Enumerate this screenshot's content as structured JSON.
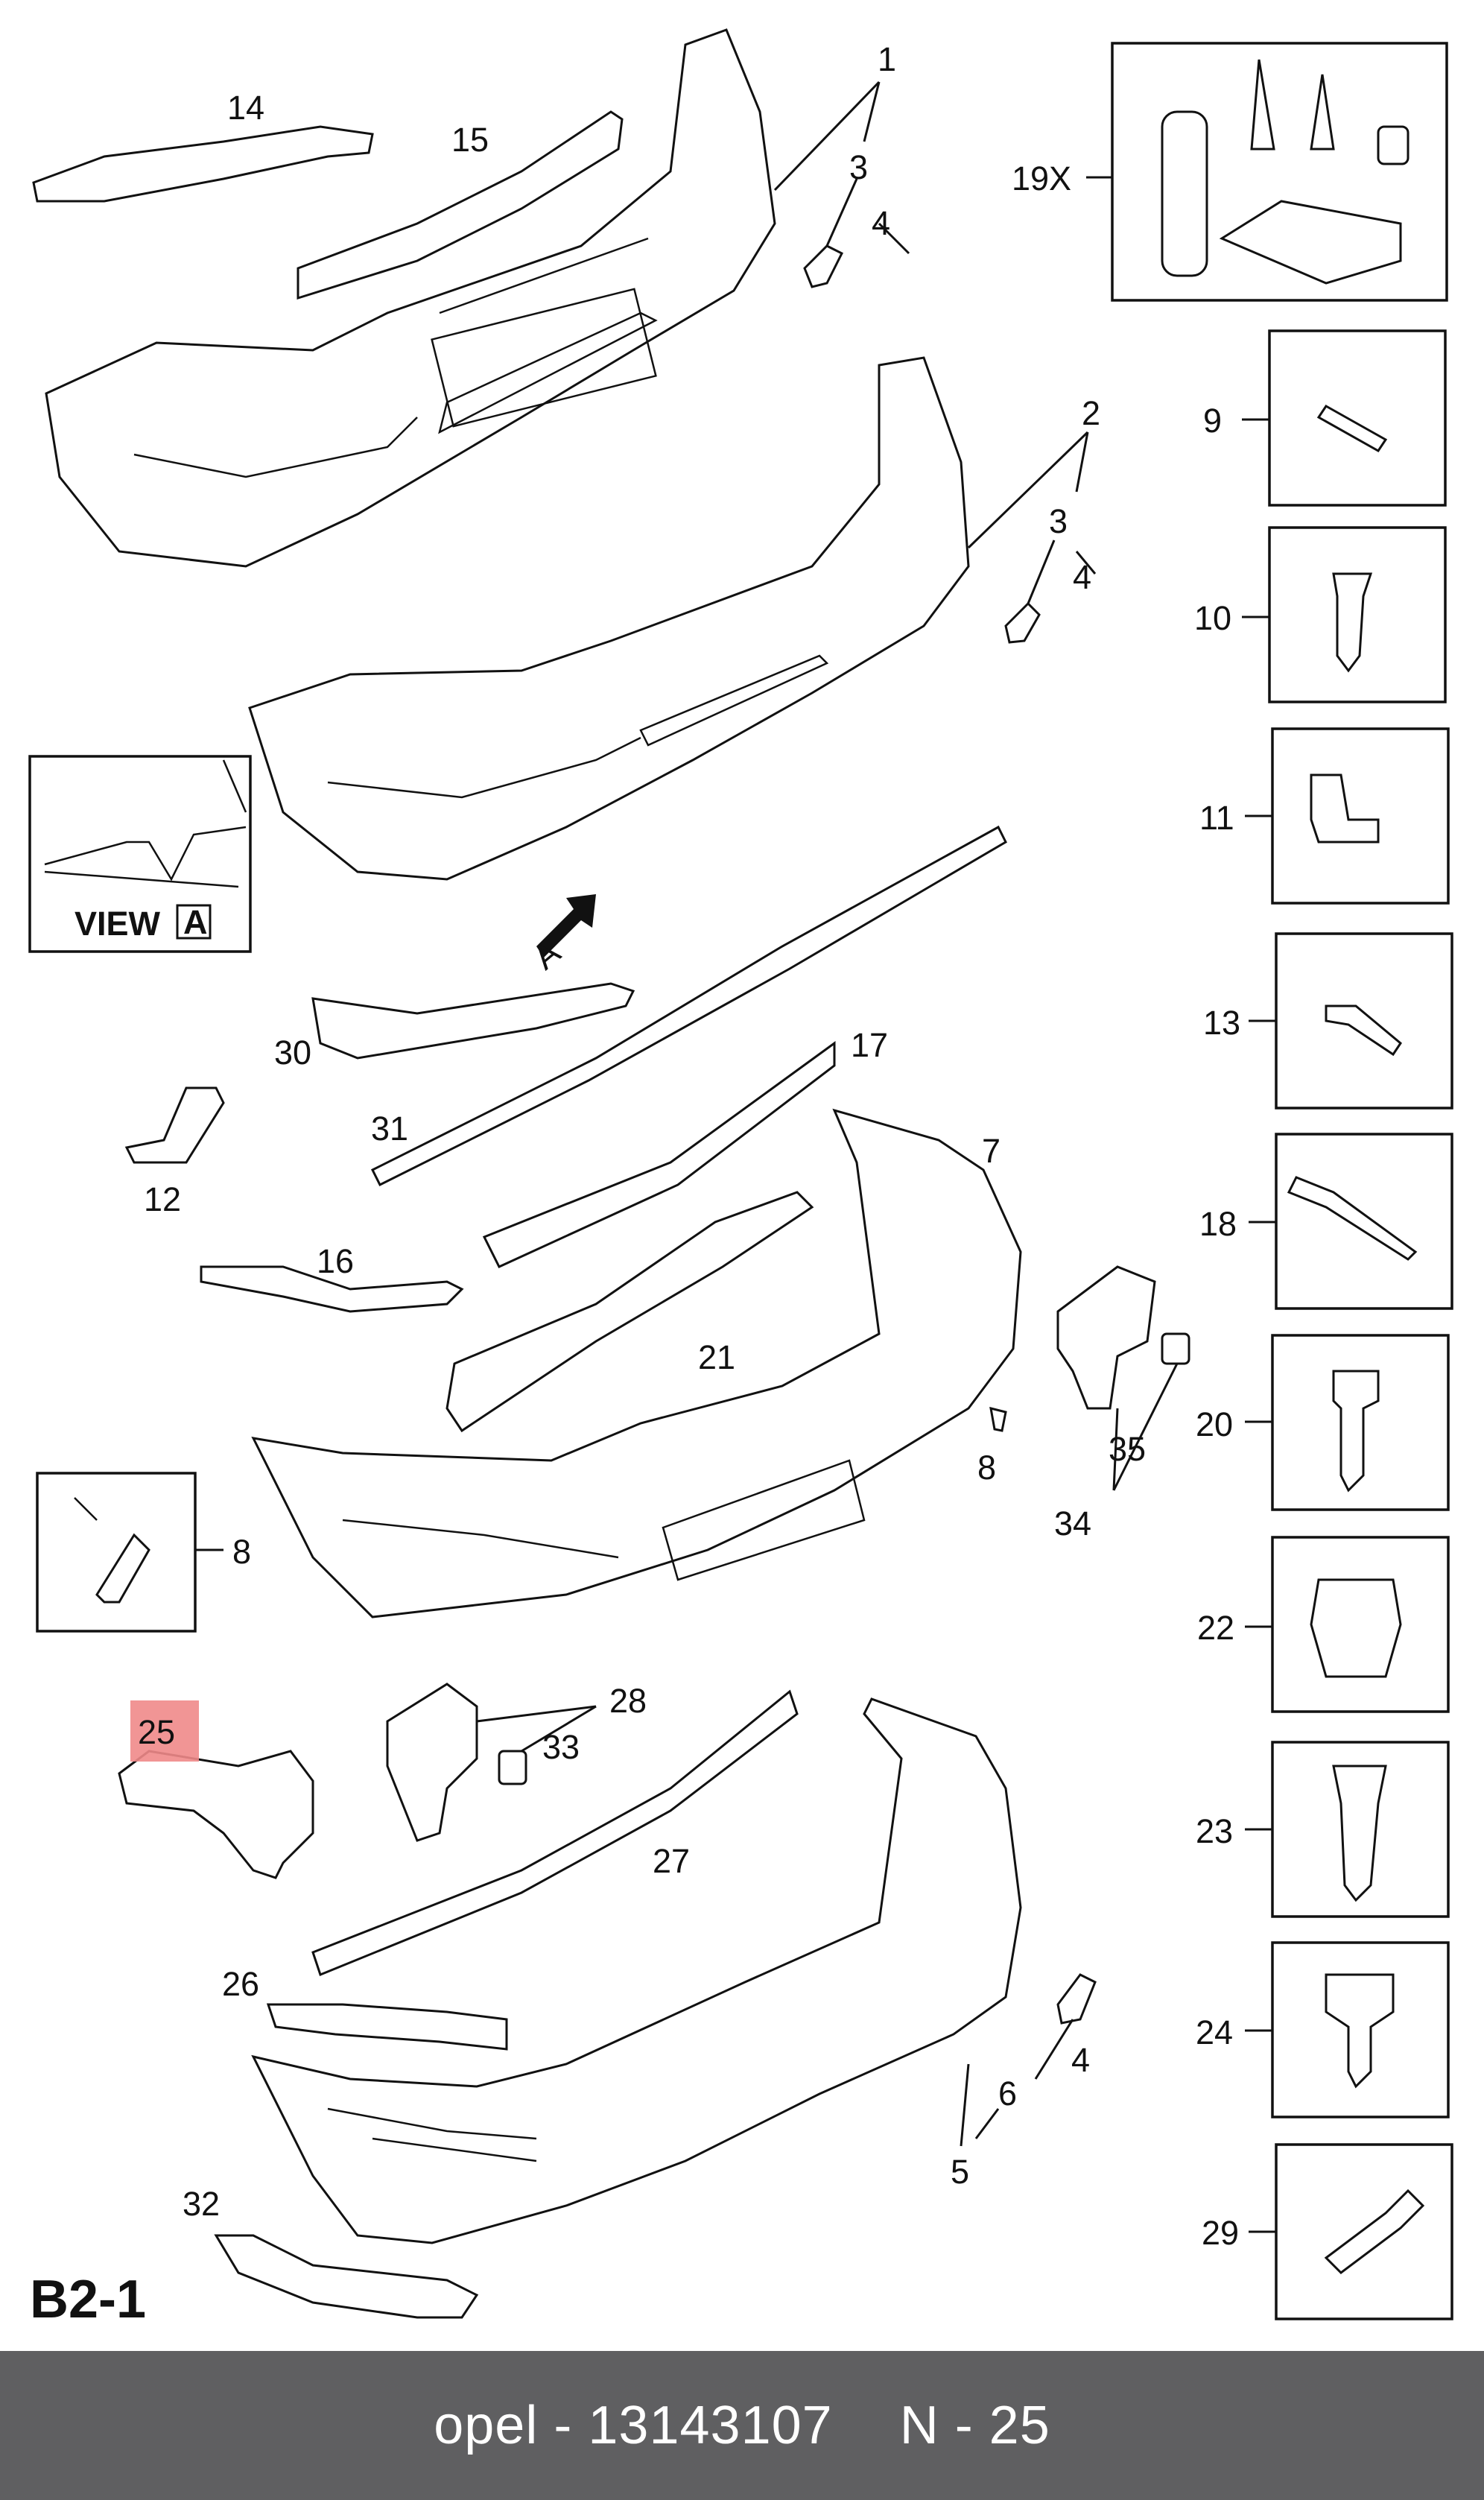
{
  "diagram": {
    "title": "B2-1",
    "view_label": "VIEW",
    "view_marker": "A",
    "arrow_marker": "A",
    "highlight_color": "#f08a8a",
    "callouts": [
      "1",
      "2",
      "3",
      "3",
      "4",
      "4",
      "4",
      "5",
      "6",
      "7",
      "8",
      "8",
      "9",
      "10",
      "11",
      "12",
      "13",
      "14",
      "15",
      "16",
      "17",
      "18",
      "19X",
      "20",
      "21",
      "22",
      "23",
      "24",
      "25",
      "26",
      "27",
      "28",
      "29",
      "30",
      "31",
      "32",
      "33",
      "34",
      "35"
    ]
  },
  "footer": {
    "brand": "opel",
    "separator": "-",
    "part_number": "13143107",
    "position_label": "N - 25"
  }
}
